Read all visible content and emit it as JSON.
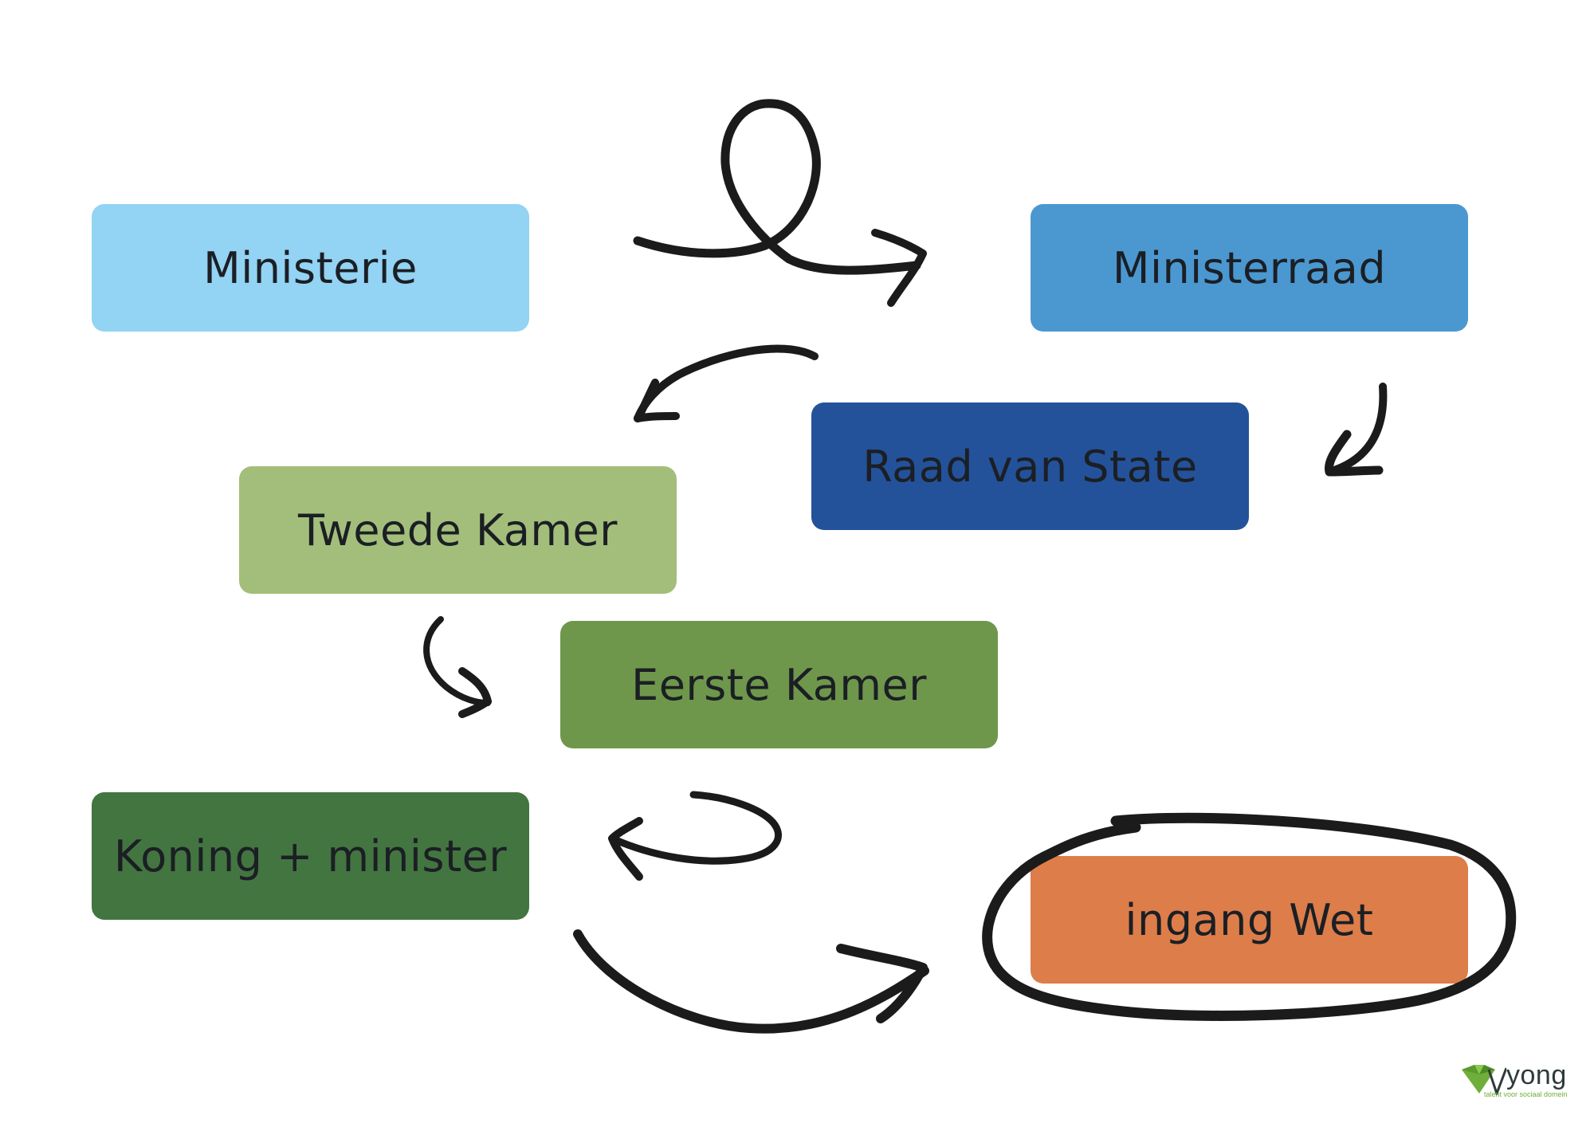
{
  "nodes": {
    "ministerie": {
      "label": "Ministerie",
      "color": "#93d3f4"
    },
    "ministerraad": {
      "label": "Ministerraad",
      "color": "#4b98d1"
    },
    "raad": {
      "label": "Raad van State",
      "color": "#24529a"
    },
    "tweede": {
      "label": "Tweede Kamer",
      "color": "#a3be7a"
    },
    "eerste": {
      "label": "Eerste Kamer",
      "color": "#6e974b"
    },
    "koning": {
      "label": "Koning + minister",
      "color": "#437540"
    },
    "wet": {
      "label": "ingang Wet",
      "color": "#dd7d4a"
    }
  },
  "edges": [
    {
      "from": "Ministerie",
      "to": "Ministerraad"
    },
    {
      "from": "Ministerraad",
      "to": "Raad van State"
    },
    {
      "from": "Raad van State",
      "to": "Tweede Kamer"
    },
    {
      "from": "Tweede Kamer",
      "to": "Eerste Kamer"
    },
    {
      "from": "Eerste Kamer",
      "to": "Koning + minister"
    },
    {
      "from": "Koning + minister",
      "to": "ingang Wet"
    }
  ],
  "highlight": {
    "target": "ingang Wet",
    "style": "hand-drawn circle"
  },
  "logo": {
    "word": "yong",
    "tagline": "talent voor sociaal domein",
    "colors": {
      "green": "#6fae3a",
      "text": "#2f3a3a"
    }
  },
  "stroke_color": "#1b1b1b"
}
